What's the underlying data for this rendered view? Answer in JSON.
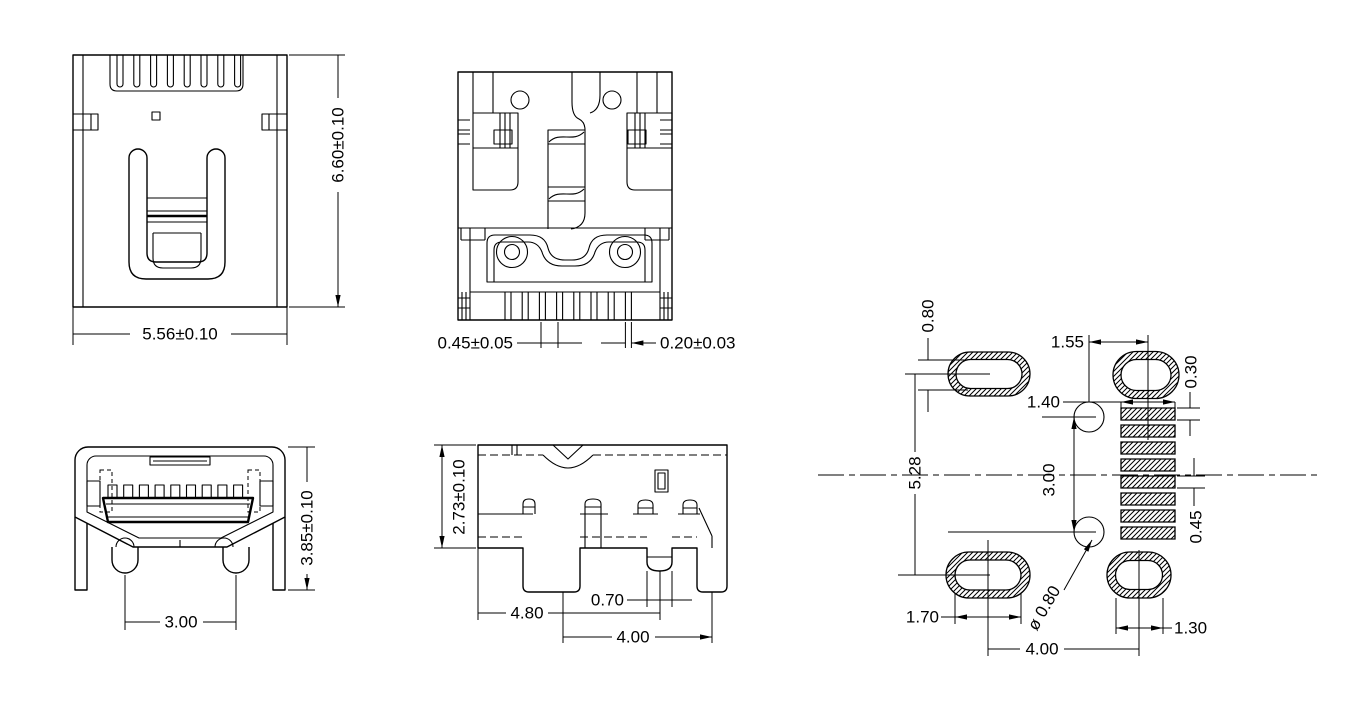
{
  "meta": {
    "background_color": "#ffffff",
    "line_color": "#000000",
    "drawing_type": "connector-dimensional-drawing"
  },
  "views": {
    "top": {
      "dim_width": "5.56±0.10",
      "dim_height": "6.60±0.10"
    },
    "bottom": {
      "dim_pin_pitch": "0.45±0.05",
      "dim_pin_width": "0.20±0.03"
    },
    "front": {
      "dim_peg_spacing": "3.00",
      "dim_height": "3.85±0.10"
    },
    "side": {
      "dim_height": "2.73±0.10",
      "dim_body_length": "4.80",
      "dim_pin_width": "0.70",
      "dim_leg_spacing": "4.00"
    },
    "footprint": {
      "dim_slot_hole_height": "0.80",
      "dim_slot_row_spacing": "5.28",
      "dim_hole_to_pads": "1.55",
      "dim_pad_length": "1.40",
      "dim_pad_width": "0.30",
      "dim_hole_spacing": "3.00",
      "dim_pad_pitch": "0.45",
      "dim_slot_left_width": "1.70",
      "dim_hole_diameter": "ø 0.80",
      "dim_slot_span": "4.00",
      "dim_slot_right_width": "1.30"
    }
  }
}
